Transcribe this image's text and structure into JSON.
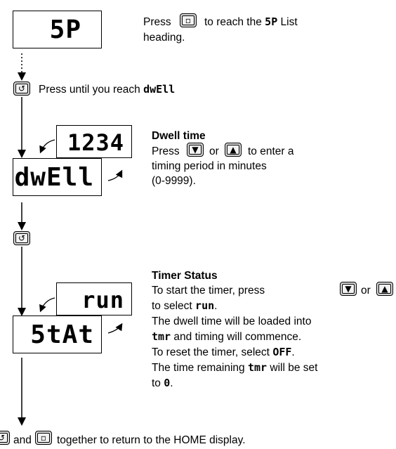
{
  "displays": {
    "sp": "5P",
    "dwell_value": "1234",
    "dwell_param": "dwEll",
    "status_value": "run",
    "status_param": "5tAt"
  },
  "step1": {
    "press": "Press",
    "text_a": "to reach the",
    "code": "5P",
    "text_b": "List",
    "line2": "heading."
  },
  "step2": {
    "text": "Press until you reach",
    "code": "dwEll"
  },
  "dwell": {
    "title": "Dwell time",
    "press": "Press",
    "or": "or",
    "text_a": "to enter a",
    "line2": "timing period in minutes",
    "line3": "(0-9999)."
  },
  "timer": {
    "title": "Timer Status",
    "line1": "To start the timer, press",
    "or": "or",
    "line2_a": "to select",
    "line2_code": "run",
    "line2_b": ".",
    "line3": "The dwell time will be loaded into",
    "line4_code": "tmr",
    "line4_b": "and timing will commence.",
    "line5_a": "To reset the timer, select",
    "line5_code": "OFF",
    "line5_b": ".",
    "line6_a": "The time remaining",
    "line6_code": "tmr",
    "line6_b": "will be set",
    "line7_a": "to",
    "line7_code": "0",
    "line7_b": "."
  },
  "footer": {
    "and": "and",
    "text": "together to return to the HOME display."
  },
  "icons": {
    "page": "page-key-icon",
    "scroll": "scroll-key-icon",
    "down": "down-arrow-key-icon",
    "up": "up-arrow-key-icon"
  }
}
